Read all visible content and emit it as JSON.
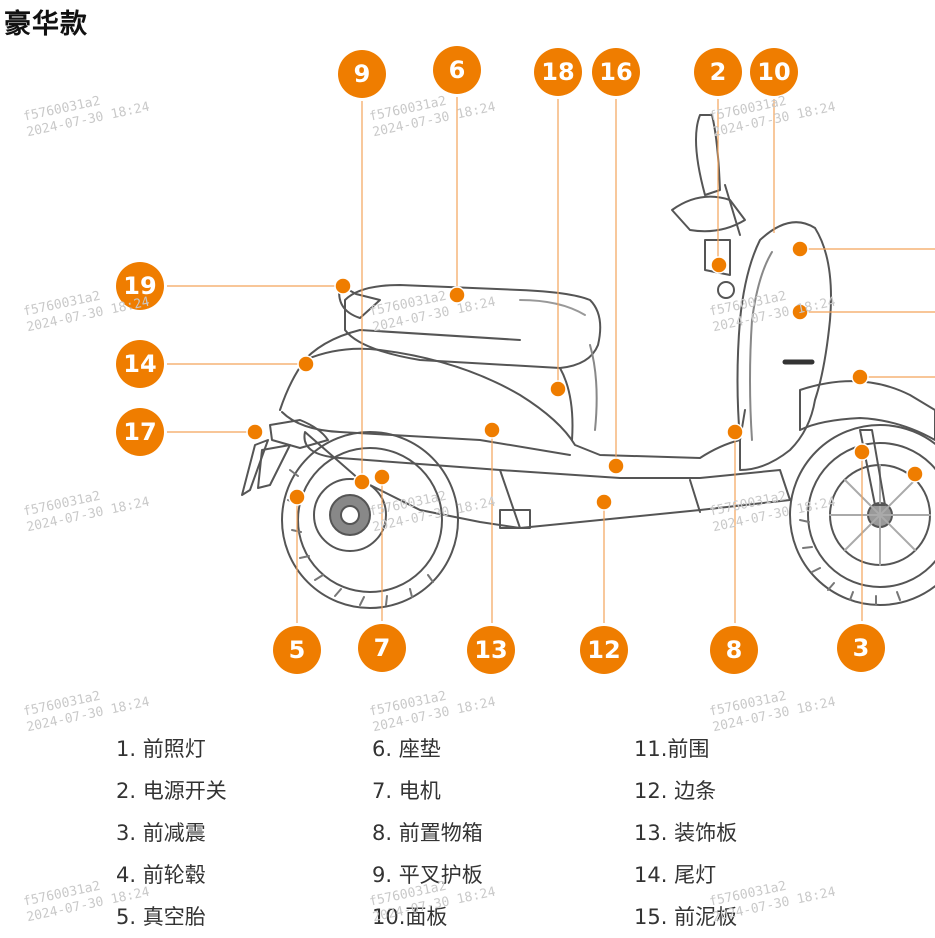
{
  "title": "豪华款",
  "watermark": {
    "line1": "f5760031a2",
    "line2": "2024-07-30 18:24"
  },
  "colors": {
    "accent": "#ef7d00",
    "line": "#f4a35a",
    "outline": "#555555"
  },
  "callouts": {
    "c2": "2",
    "c3": "3",
    "c5": "5",
    "c6": "6",
    "c7": "7",
    "c8": "8",
    "c9": "9",
    "c10": "10",
    "c12": "12",
    "c13": "13",
    "c14": "14",
    "c16": "16",
    "c17": "17",
    "c18": "18",
    "c19": "19"
  },
  "legend": {
    "col1": [
      "1. 前照灯",
      "2. 电源开关",
      "3. 前减震",
      "4. 前轮毂",
      "5. 真空胎"
    ],
    "col2": [
      "6. 座垫",
      "7. 电机",
      "8. 前置物箱",
      "9. 平叉护板",
      "10.面板"
    ],
    "col3": [
      "11.前围",
      "12. 边条",
      "13. 装饰板",
      "14. 尾灯",
      "15. 前泥板"
    ]
  }
}
